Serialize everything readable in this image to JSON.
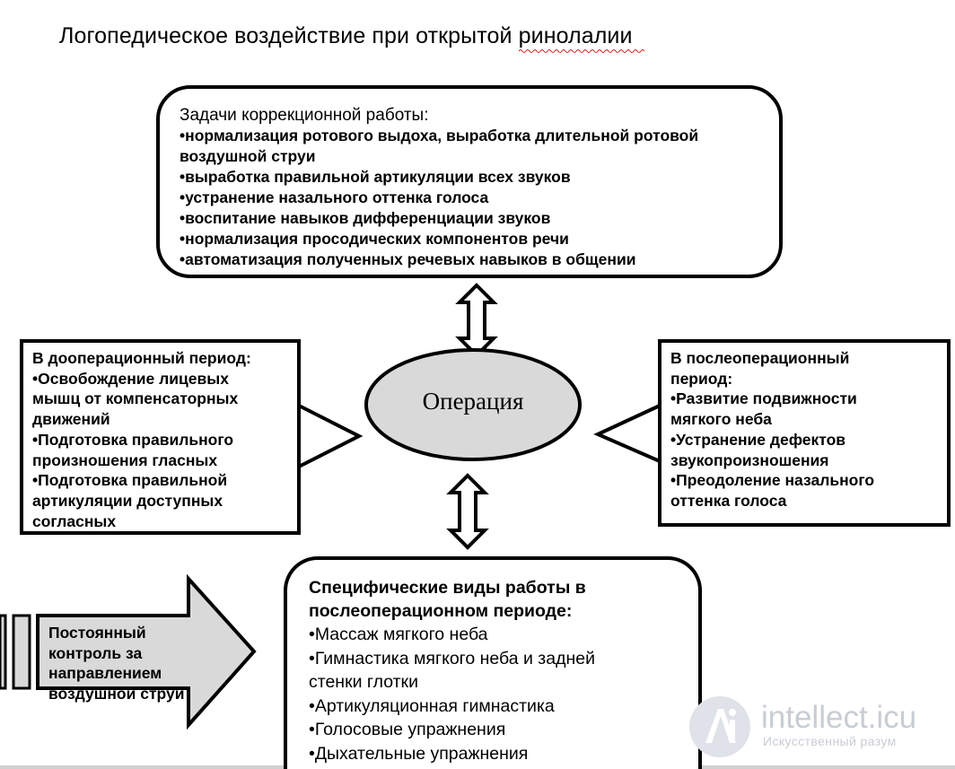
{
  "title": {
    "text_before": "Логопедическое воздействие при открытой ",
    "text_underlined": "ринолалии"
  },
  "tasks_box": {
    "heading": "Задачи коррекционной работы:",
    "items": [
      "•нормализация  ротового выдоха, выработка длительной ротовой",
      "воздушной струи",
      "•выработка правильной артикуляции всех звуков",
      "•устранение назального оттенка голоса",
      "•воспитание навыков дифференциации звуков",
      "•нормализация просодических компонентов речи",
      "•автоматизация полученных речевых навыков в общении"
    ]
  },
  "operation": {
    "label": "Операция"
  },
  "preop_box": {
    "heading": "В дооперационный период:",
    "lines": [
      "•Освобождение лицевых",
      "мышц от компенсаторных",
      "движений",
      "•Подготовка правильного",
      "произношения  гласных",
      "•Подготовка правильной",
      "артикуляции доступных",
      "согласных"
    ]
  },
  "postop_box": {
    "heading_lines": [
      "В  послеоперационный",
      "период:"
    ],
    "lines": [
      "•Развитие подвижности",
      "мягкого неба",
      "•Устранение дефектов",
      "звукопроизношения",
      "•Преодоление назального",
      "оттенка голоса"
    ]
  },
  "specific_box": {
    "heading_lines": [
      "Специфические виды работы в",
      "послеоперационном периоде:"
    ],
    "items": [
      "•Массаж мягкого неба",
      "•Гимнастика мягкого неба и задней",
      "стенки глотки",
      "•Артикуляционная гимнастика",
      "•Голосовые упражнения",
      "•Дыхательные упражнения"
    ]
  },
  "control_arrow": {
    "lines": [
      "Постоянный",
      "контроль за",
      "направлением",
      "воздушной струи"
    ]
  },
  "watermark": {
    "name": "intellect.icu",
    "subtitle": "Искусственный разум"
  },
  "colors": {
    "ellipse_fill": "#d9d9d9",
    "arrow_fill": "#d9d9d9",
    "watermark": "#c8ccd4",
    "spellcheck_underline": "#d21f1f"
  }
}
